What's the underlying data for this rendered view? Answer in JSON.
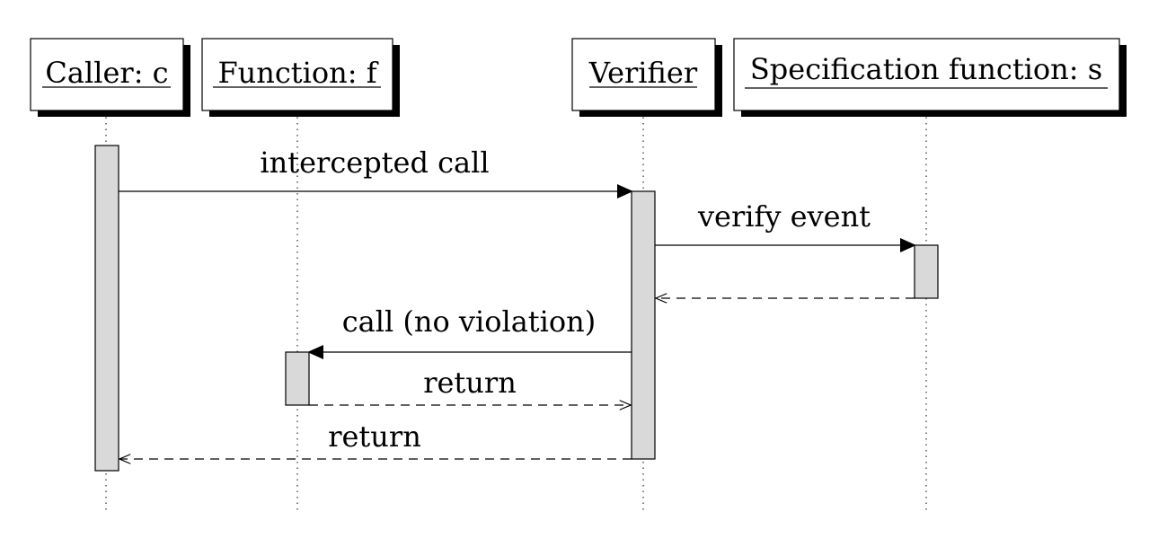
{
  "participants": [
    {
      "id": "caller",
      "label": "Caller: c"
    },
    {
      "id": "function",
      "label": "Function: f"
    },
    {
      "id": "verifier",
      "label": "Verifier"
    },
    {
      "id": "spec",
      "label": "Specification function: s"
    }
  ],
  "messages": [
    {
      "id": "intercepted-call",
      "from": "caller",
      "to": "verifier",
      "label": "intercepted call",
      "style": "sync"
    },
    {
      "id": "verify-event",
      "from": "verifier",
      "to": "spec",
      "label": "verify event",
      "style": "sync"
    },
    {
      "id": "spec-return",
      "from": "spec",
      "to": "verifier",
      "label": "",
      "style": "return"
    },
    {
      "id": "call-no-violation",
      "from": "verifier",
      "to": "function",
      "label": "call (no violation)",
      "style": "sync"
    },
    {
      "id": "function-return",
      "from": "function",
      "to": "verifier",
      "label": "return",
      "style": "return"
    },
    {
      "id": "verifier-return",
      "from": "verifier",
      "to": "caller",
      "label": "return",
      "style": "return"
    }
  ],
  "colors": {
    "activation_fill": "#d9d9d9",
    "line": "#000000",
    "box_fill": "#ffffff",
    "shadow": "#000000"
  }
}
